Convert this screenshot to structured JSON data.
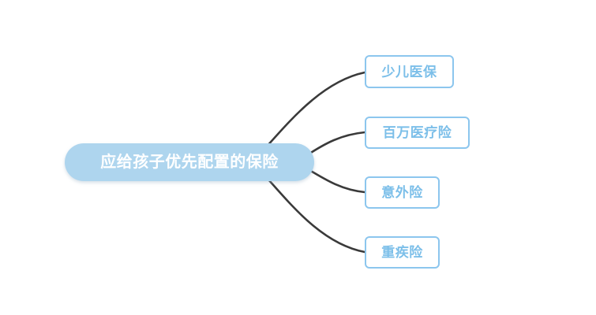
{
  "diagram": {
    "type": "mind-map",
    "background_color": "#ffffff",
    "root": {
      "label": "应给孩子优先配置的保险",
      "fill_color": "#aed5ee",
      "text_color": "#ffffff"
    },
    "branch_color": "#3a3a3a",
    "children": [
      {
        "label": "少儿医保",
        "border_color": "#8cc6ee",
        "text_color": "#7cbfe9"
      },
      {
        "label": "百万医疗险",
        "border_color": "#8cc6ee",
        "text_color": "#7cbfe9"
      },
      {
        "label": "意外险",
        "border_color": "#8cc6ee",
        "text_color": "#7cbfe9"
      },
      {
        "label": "重疾险",
        "border_color": "#8cc6ee",
        "text_color": "#7cbfe9"
      }
    ]
  }
}
